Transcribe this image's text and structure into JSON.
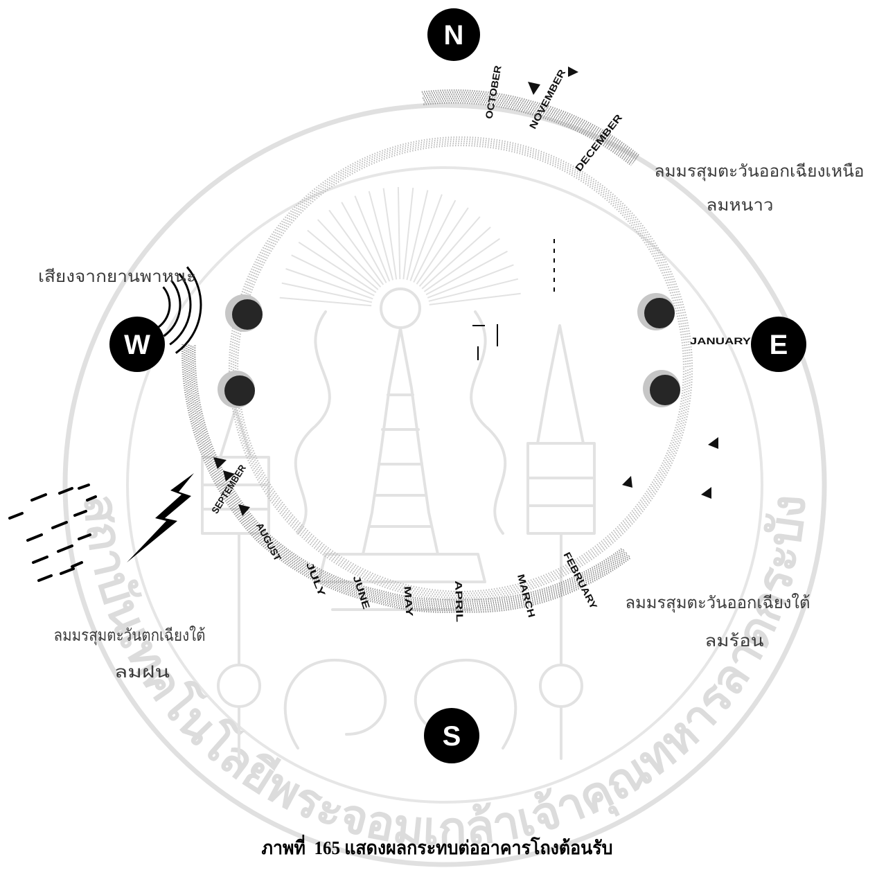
{
  "diagram": {
    "compass": {
      "north": "N",
      "east": "E",
      "south": "S",
      "west": "W"
    },
    "months": [
      "OCTOBER",
      "NOVEMBER",
      "DECEMBER",
      "JANUARY",
      "FEBRUARY",
      "MARCH",
      "APRIL",
      "MAY",
      "JUNE",
      "JULY",
      "AUGUST",
      "SEPTEMBER"
    ],
    "labels": {
      "ne_monsoon": "ลมมรสุมตะวันออกเฉียงเหนือ",
      "cold_wind": "ลมหนาว",
      "vehicle_noise": "เสียงจากยานพาหนะ",
      "se_monsoon": "ลมมรสุมตะวันออกเฉียงใต้",
      "hot_wind": "ลมร้อน",
      "sw_monsoon": "ลมมรสุมตะวันตกเฉียงใต้",
      "rain_wind": "ลมฝน"
    }
  },
  "caption": "ภาพที่  165 แสดงผลกระทบต่ออาคารโถงต้อนรับ",
  "watermark": {
    "seal_text": "สถาบันเทคโนโลยีพระจอมเกล้าเจ้าคุณทหารลาดกระบัง"
  },
  "colors": {
    "ink": "#000000",
    "ring": "#b8b8b8",
    "band": "#8e8e8e",
    "watermark": "#e2e2e2"
  }
}
